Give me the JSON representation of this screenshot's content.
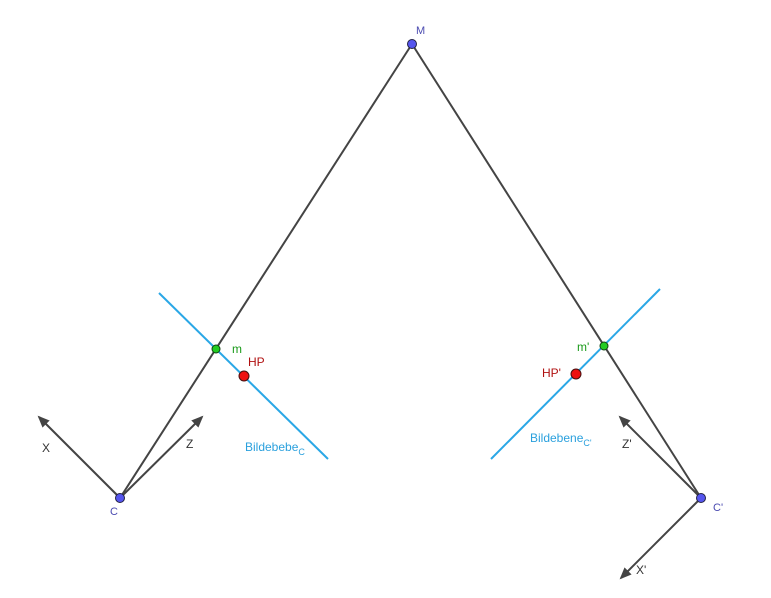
{
  "colors": {
    "ray": "#444444",
    "plane": "#2aa7e6",
    "camera_point": "#5555ee",
    "image_point": "#22cc22",
    "principal_point": "#ee1111",
    "axis": "#444444"
  },
  "labels": {
    "M": "M",
    "C": "C",
    "C_prime": "C'",
    "m": "m",
    "m_prime": "m'",
    "HP": "HP",
    "HP_prime": "HP'",
    "X": "X",
    "Z": "Z",
    "X_prime": "X'",
    "Z_prime": "Z'",
    "plane_left": "Bildebebe",
    "plane_left_sub": "C",
    "plane_right": "Bildebene",
    "plane_right_sub": "C'"
  }
}
